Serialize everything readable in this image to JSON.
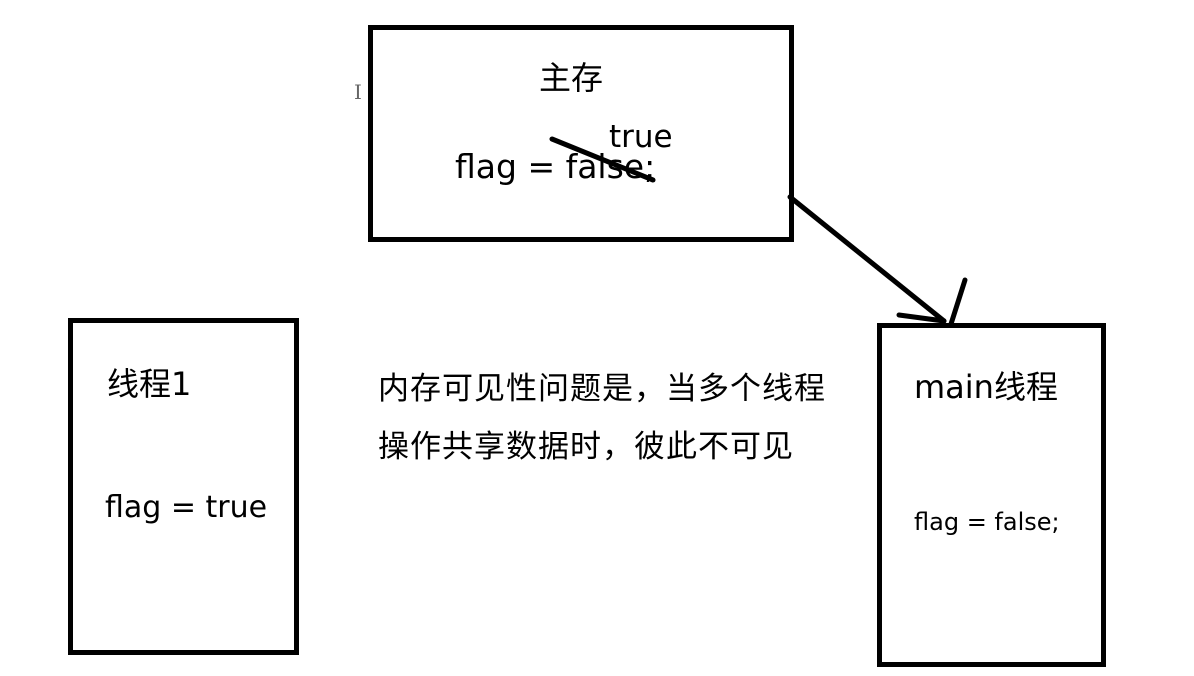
{
  "main_memory": {
    "title": "主存",
    "variable": "flag = false;",
    "correction": "true"
  },
  "thread1": {
    "title": "线程1",
    "variable": "flag = true"
  },
  "main_thread": {
    "title": "main线程",
    "variable": "flag = false;"
  },
  "description": "内存可见性问题是，当多个线程操作共享数据时，彼此不可见"
}
